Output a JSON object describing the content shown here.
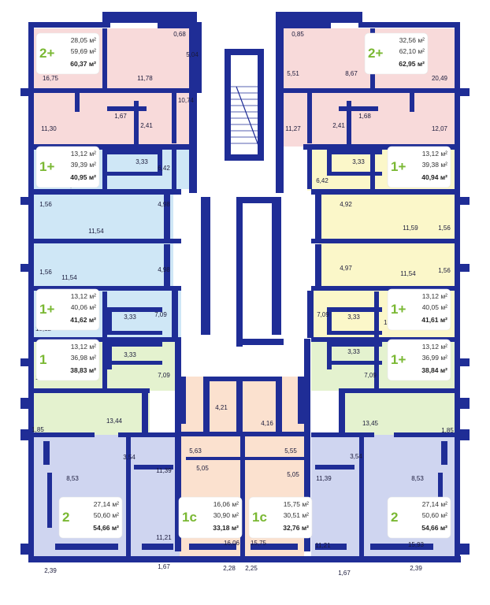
{
  "colors": {
    "wall": "#1f2d96",
    "pink": "#f8dada",
    "blue": "#cfe7f6",
    "yellow": "#fbf7c9",
    "green": "#e4f2cf",
    "lavender": "#cfd5f0",
    "peach": "#fbe1cf",
    "white": "#ffffff",
    "typeGreen": "#7ab833"
  },
  "watermark": "",
  "apartments": [
    {
      "id": "a1",
      "type": "2+",
      "living": "28,05 м²",
      "total": "59,69 м²",
      "area": "60,37 м²"
    },
    {
      "id": "a2",
      "type": "2+",
      "living": "32,56 м²",
      "total": "62,10 м²",
      "area": "62,95 м²"
    },
    {
      "id": "a3",
      "type": "1+",
      "living": "13,12 м²",
      "total": "39,39 м²",
      "area": "40,95 м²"
    },
    {
      "id": "a4",
      "type": "1+",
      "living": "13,12 м²",
      "total": "39,38 м²",
      "area": "40,94 м²"
    },
    {
      "id": "a5",
      "type": "1+",
      "living": "13,12 м²",
      "total": "40,06 м²",
      "area": "41,62 м²"
    },
    {
      "id": "a6",
      "type": "1+",
      "living": "13,12 м²",
      "total": "40,05 м²",
      "area": "41,61 м²"
    },
    {
      "id": "a7",
      "type": "1",
      "living": "13,12 м²",
      "total": "36,98 м²",
      "area": "38,83 м²"
    },
    {
      "id": "a8",
      "type": "1+",
      "living": "13,12 м²",
      "total": "36,99 м²",
      "area": "38,84 м²"
    },
    {
      "id": "a9",
      "type": "2",
      "living": "27,14 м²",
      "total": "50,60 м²",
      "area": "54,66 м²"
    },
    {
      "id": "a10",
      "type": "1с",
      "living": "16,06 м²",
      "total": "30,90 м²",
      "area": "33,18 м²"
    },
    {
      "id": "a11",
      "type": "1с",
      "living": "15,75 м²",
      "total": "30,51 м²",
      "area": "32,76 м²"
    },
    {
      "id": "a12",
      "type": "2",
      "living": "27,14 м²",
      "total": "50,60 м²",
      "area": "54,66 м²"
    }
  ],
  "roomLabels": [
    "0,68",
    "5,04",
    "16,75",
    "11,78",
    "10,74",
    "1,67",
    "2,41",
    "11,30",
    "0,85",
    "5,51",
    "8,67",
    "20,49",
    "11,27",
    "2,41",
    "1,68",
    "12,07",
    "3,33",
    "6,42",
    "13,12",
    "6,42",
    "3,33",
    "13,12",
    "1,56",
    "4,98",
    "11,54",
    "4,92",
    "11,59",
    "1,56",
    "1,56",
    "11,54",
    "4,98",
    "4,97",
    "11,54",
    "1,56",
    "3,33",
    "7,09",
    "13,12",
    "7,09",
    "3,33",
    "13,12",
    "3,33",
    "7,09",
    "13,12",
    "3,33",
    "7,09",
    "13,12",
    "1,85",
    "13,44",
    "13,45",
    "1,85",
    "4,21",
    "4,16",
    "5,63",
    "5,55",
    "5,05",
    "5,05",
    "3,54",
    "11,39",
    "3,54",
    "11,39",
    "8,53",
    "8,53",
    "11,21",
    "16,06",
    "15,75",
    "11,21",
    "2,39",
    "1,67",
    "2,28",
    "2,25",
    "1,67",
    "2,39",
    "15,93"
  ]
}
